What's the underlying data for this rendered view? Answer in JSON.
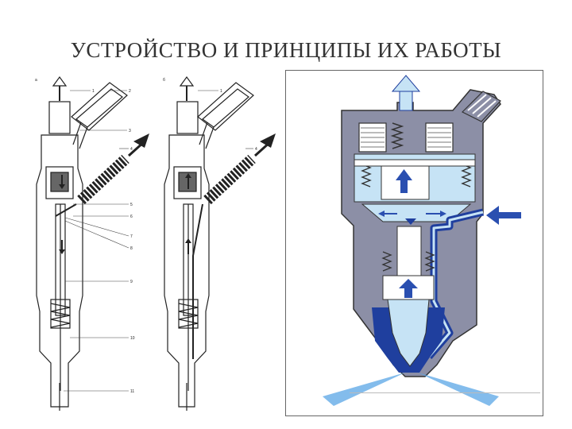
{
  "title": "УСТРОЙСТВО И  ПРИНЦИПЫ ИХ РАБОТЫ",
  "figure_a": {
    "panel_letter": "а",
    "callouts": [
      "1",
      "2",
      "3",
      "4",
      "5",
      "6",
      "7",
      "8",
      "9",
      "10",
      "11"
    ]
  },
  "figure_b": {
    "panel_letter": "б",
    "callouts": [
      "1",
      "4"
    ]
  },
  "colors": {
    "body_grey": "#8c8fa6",
    "fuel_light": "#c6e3f5",
    "fuel_dark": "#1f3f9e",
    "arrow_blue": "#2a4fb0",
    "spray": "#5aa6e6"
  },
  "icons": [
    "up-arrow-icon",
    "down-arrow-icon",
    "inlet-arrow-icon",
    "spray-icon"
  ]
}
